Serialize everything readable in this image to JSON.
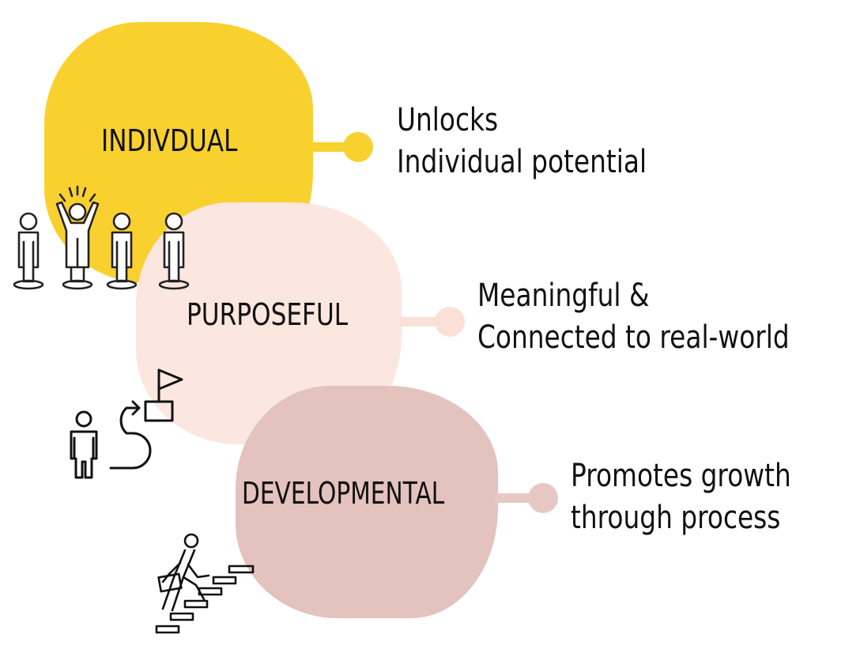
{
  "colors": {
    "individual": "#f9d12f",
    "purposeful": "#fbe6e0",
    "developmental": "#e4c2be",
    "connector_1": "#f9d12f",
    "connector_2": "#fbe0d8",
    "connector_3": "#e8c8c4"
  },
  "stages": [
    {
      "label": "INDIVDUAL",
      "description_line1": "Unlocks",
      "description_line2": "Individual potential",
      "icon": "people-celebrating-icon"
    },
    {
      "label": "PURPOSEFUL",
      "description_line1": "Meaningful &",
      "description_line2": "Connected to real-world",
      "icon": "person-path-to-goal-flag-icon"
    },
    {
      "label": "DEVELOPMENTAL",
      "description_line1": "Promotes growth",
      "description_line2": "through process",
      "icon": "person-climbing-stairs-icon"
    }
  ]
}
